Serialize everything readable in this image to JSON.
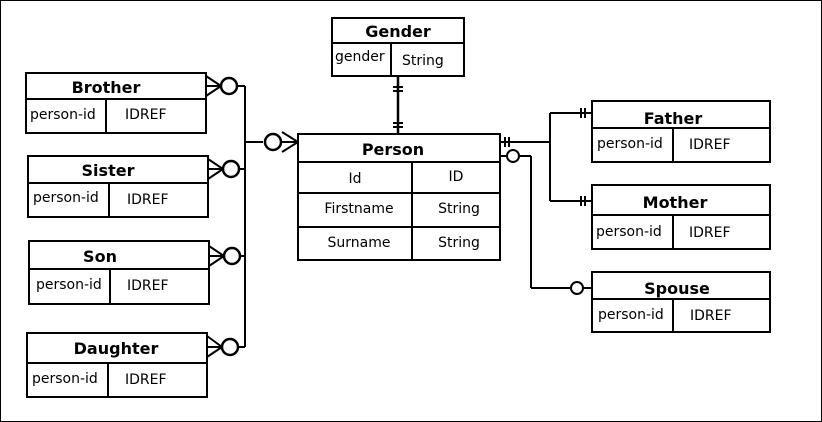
{
  "diagram": {
    "entities": {
      "gender": {
        "title": "Gender",
        "attributes": [
          {
            "name": "gender",
            "type": "String"
          }
        ]
      },
      "brother": {
        "title": "Brother",
        "attributes": [
          {
            "name": "person-id",
            "type": "IDREF"
          }
        ]
      },
      "sister": {
        "title": "Sister",
        "attributes": [
          {
            "name": "person-id",
            "type": "IDREF"
          }
        ]
      },
      "son": {
        "title": "Son",
        "attributes": [
          {
            "name": "person-id",
            "type": "IDREF"
          }
        ]
      },
      "daughter": {
        "title": "Daughter",
        "attributes": [
          {
            "name": "person-id",
            "type": "IDREF"
          }
        ]
      },
      "person": {
        "title": "Person",
        "attributes": [
          {
            "name": "Id",
            "type": "ID"
          },
          {
            "name": "Firstname",
            "type": "String"
          },
          {
            "name": "Surname",
            "type": "String"
          }
        ]
      },
      "father": {
        "title": "Father",
        "attributes": [
          {
            "name": "person-id",
            "type": "IDREF"
          }
        ]
      },
      "mother": {
        "title": "Mother",
        "attributes": [
          {
            "name": "person-id",
            "type": "IDREF"
          }
        ]
      },
      "spouse": {
        "title": "Spouse",
        "attributes": [
          {
            "name": "person-id",
            "type": "IDREF"
          }
        ]
      }
    },
    "relationships": [
      {
        "from": "person",
        "to": "gender",
        "from_end": "one-and-only-one",
        "to_end": "one-and-only-one"
      },
      {
        "from": "person",
        "to": "brother",
        "from_end": "zero-or-many",
        "to_end": "zero-or-many"
      },
      {
        "from": "person",
        "to": "sister",
        "from_end": "zero-or-many",
        "to_end": "zero-or-many"
      },
      {
        "from": "person",
        "to": "son",
        "from_end": "zero-or-many",
        "to_end": "zero-or-many"
      },
      {
        "from": "person",
        "to": "daughter",
        "from_end": "zero-or-many",
        "to_end": "zero-or-many"
      },
      {
        "from": "person",
        "to": "father",
        "from_end": "one-and-only-one",
        "to_end": "one-and-only-one"
      },
      {
        "from": "person",
        "to": "mother",
        "from_end": "one-and-only-one",
        "to_end": "one-and-only-one"
      },
      {
        "from": "person",
        "to": "spouse",
        "from_end": "zero-or-one",
        "to_end": "zero-or-one"
      }
    ]
  }
}
